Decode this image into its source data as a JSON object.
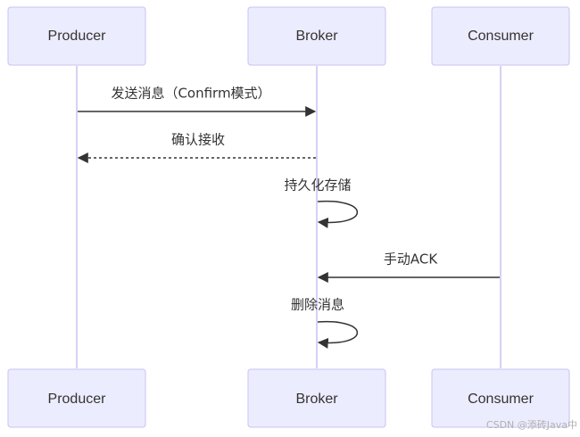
{
  "diagram": {
    "actors": [
      "Producer",
      "Broker",
      "Consumer"
    ],
    "messages": [
      {
        "from": "Producer",
        "to": "Broker",
        "label": "发送消息（Confirm模式）",
        "style": "solid"
      },
      {
        "from": "Broker",
        "to": "Producer",
        "label": "确认接收",
        "style": "dashed"
      },
      {
        "from": "Broker",
        "to": "Broker",
        "label": "持久化存储",
        "style": "solid"
      },
      {
        "from": "Consumer",
        "to": "Broker",
        "label": "手动ACK",
        "style": "solid"
      },
      {
        "from": "Broker",
        "to": "Broker",
        "label": "删除消息",
        "style": "solid"
      }
    ]
  },
  "watermark": "CSDN @添砖Java中",
  "colors": {
    "actor_fill": "#ececff",
    "actor_stroke": "#c8c3f0",
    "lifeline": "#d6d1f5",
    "line": "#333333"
  }
}
